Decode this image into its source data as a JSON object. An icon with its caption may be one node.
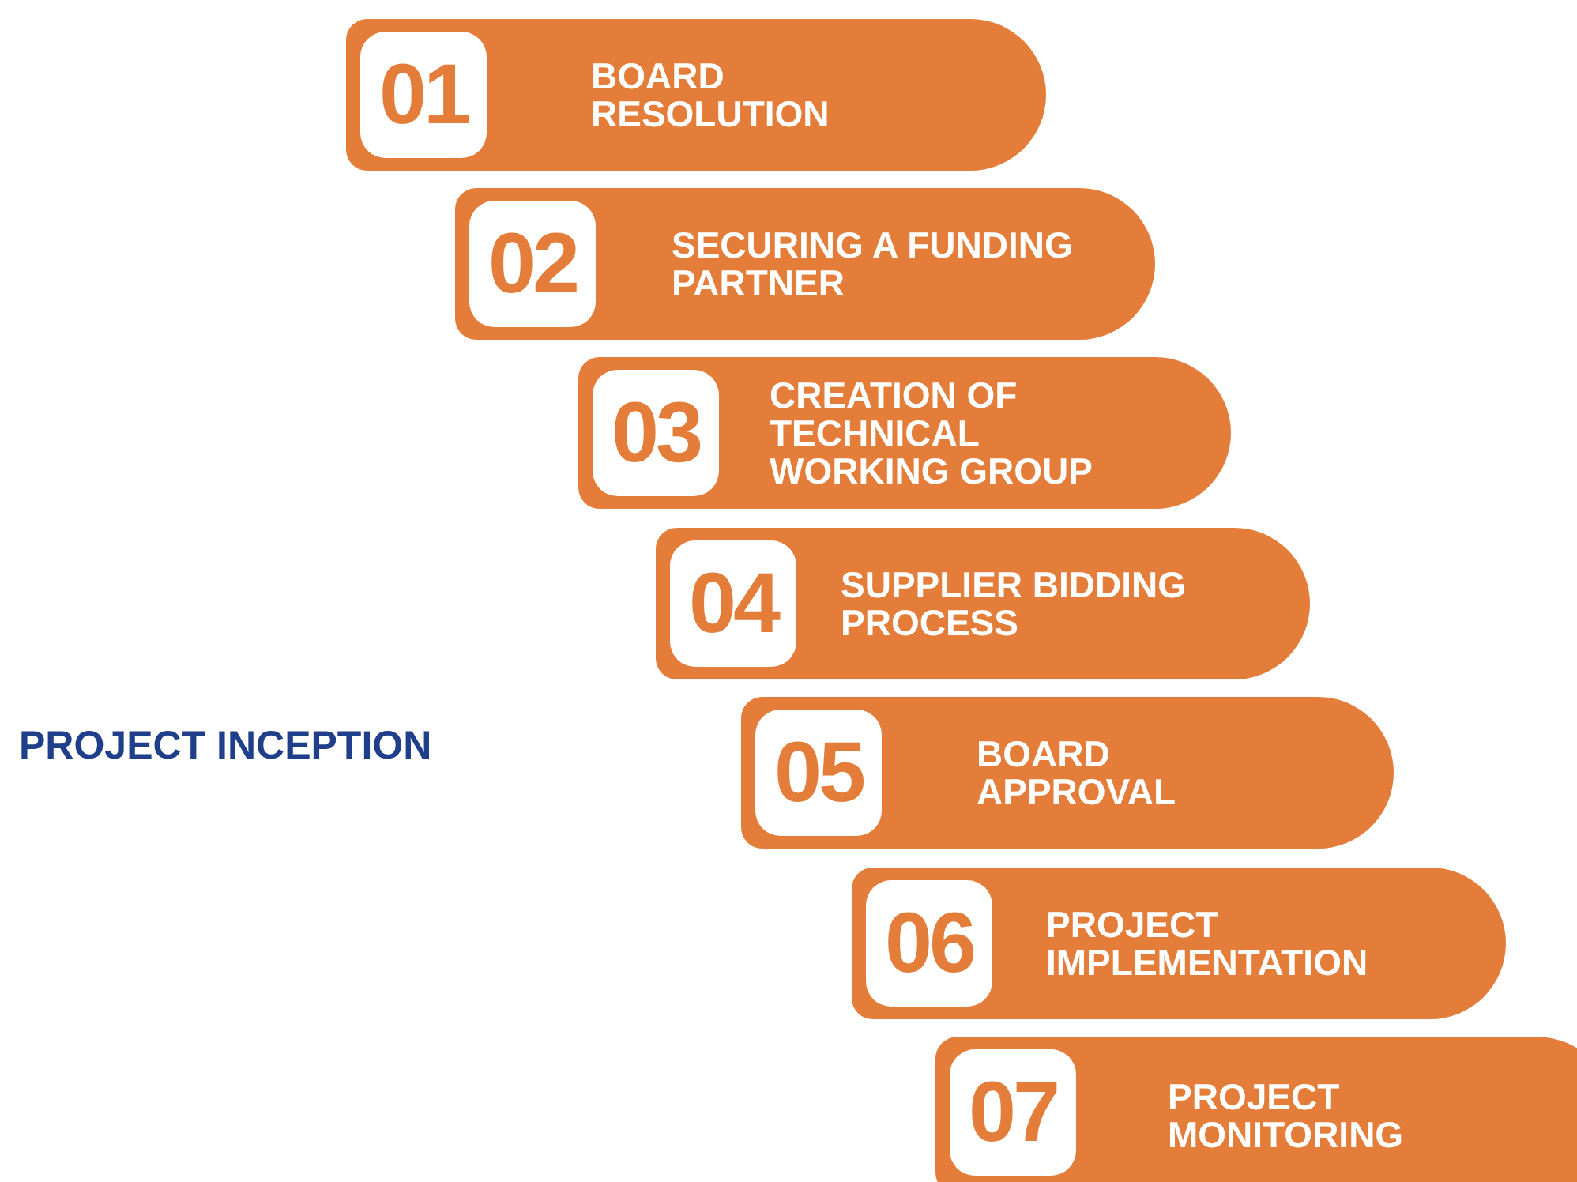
{
  "diagram": {
    "title": "PROJECT INCEPTION",
    "nodes": [
      {
        "text": [
          "01",
          "BOARD RESOLUTION"
        ]
      },
      {
        "text": [
          "02",
          "SECURING A FUNDING PARTNER"
        ]
      },
      {
        "text": [
          "03",
          "CREATION OF TECHNICAL WORKING GROUP"
        ]
      },
      {
        "text": [
          "04",
          "SUPPLIER BIDDING PROCESS"
        ]
      },
      {
        "text": [
          "05",
          "BOARD APPROVAL"
        ]
      },
      {
        "text": [
          "06",
          "PROJECT IMPLEMENTATION"
        ]
      },
      {
        "text": [
          "07",
          "PROJECT MONITORING"
        ]
      }
    ]
  }
}
